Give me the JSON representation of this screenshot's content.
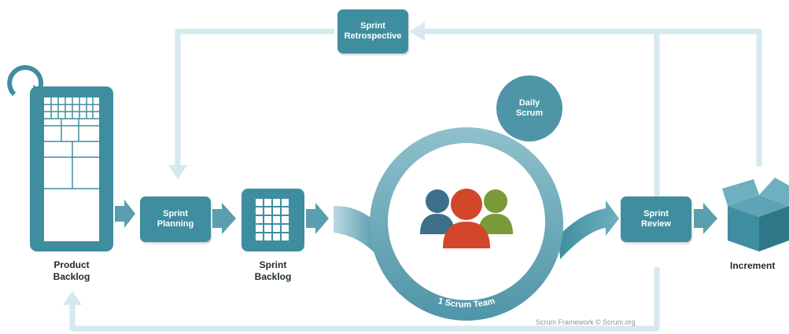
{
  "nodes": {
    "retrospective": {
      "line1": "Sprint",
      "line2": "Retrospective"
    },
    "planning": {
      "line1": "Sprint",
      "line2": "Planning"
    },
    "review": {
      "line1": "Sprint",
      "line2": "Review"
    },
    "daily_scrum": {
      "line1": "Daily",
      "line2": "Scrum"
    },
    "product_backlog": {
      "line1": "Product",
      "line2": "Backlog"
    },
    "sprint_backlog": {
      "line1": "Sprint",
      "line2": "Backlog"
    },
    "increment": {
      "label": "Increment"
    },
    "scrum_team": {
      "label": "1 Scrum Team"
    }
  },
  "credit": "Scrum Framework © Scrum.org",
  "icons": [
    "refresh-loop-icon",
    "product-backlog-grid-icon",
    "sprint-backlog-grid-icon",
    "team-people-icon",
    "increment-box-icon"
  ],
  "colors": {
    "primary": "#3f8ea0",
    "light": "#d6e9ee",
    "ring": "#6aa9b9",
    "person_blue": "#3e6f8a",
    "person_red": "#d2462a",
    "person_green": "#7a9a3a",
    "text": "#1e2a33",
    "credit": "#8a959c"
  }
}
